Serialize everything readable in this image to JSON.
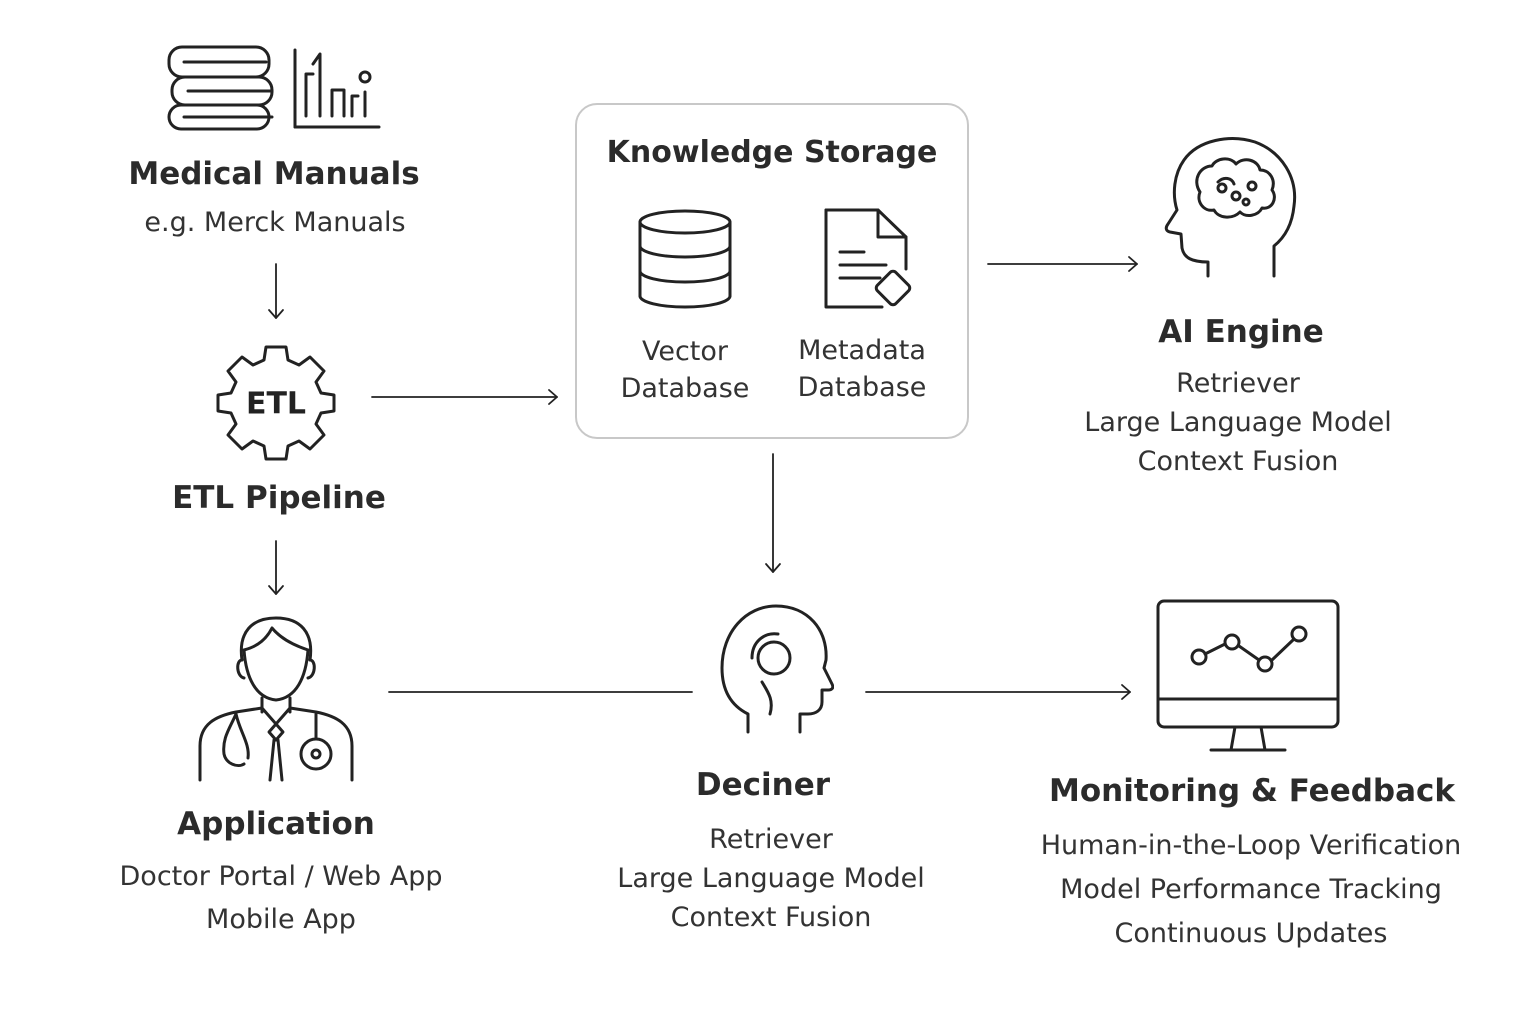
{
  "medical_manuals": {
    "title": "Medical Manuals",
    "subtitle": "e.g. Merck Manuals",
    "icon": "books-chart-icon"
  },
  "etl": {
    "gear_label": "ETL",
    "title": "ETL Pipeline",
    "icon": "gear-icon"
  },
  "knowledge_storage": {
    "title": "Knowledge Storage",
    "vector_db": {
      "line1": "Vector",
      "line2": "Database",
      "icon": "database-icon"
    },
    "metadata_db": {
      "line1": "Metadata",
      "line2": "Database",
      "icon": "document-icon"
    }
  },
  "ai_engine": {
    "title": "AI Engine",
    "lines": [
      "Retriever",
      "Large Language Model",
      "Context Fusion"
    ],
    "icon": "brain-head-icon"
  },
  "application": {
    "title": "Application",
    "lines": [
      "Doctor Portal / Web App",
      "Mobile App"
    ],
    "icon": "doctor-icon"
  },
  "deciner": {
    "title": "Deciner",
    "lines": [
      "Retriever",
      "Large Language Model",
      "Context Fusion"
    ],
    "icon": "head-icon"
  },
  "monitoring": {
    "title": "Monitoring & Feedback",
    "lines": [
      "Human-in-the-Loop Verification",
      "Model Performance Tracking",
      "Continuous Updates"
    ],
    "icon": "monitor-chart-icon"
  },
  "colors": {
    "stroke": "#222222",
    "box_border": "#c8c8c8",
    "text": "#2b2b2b"
  }
}
